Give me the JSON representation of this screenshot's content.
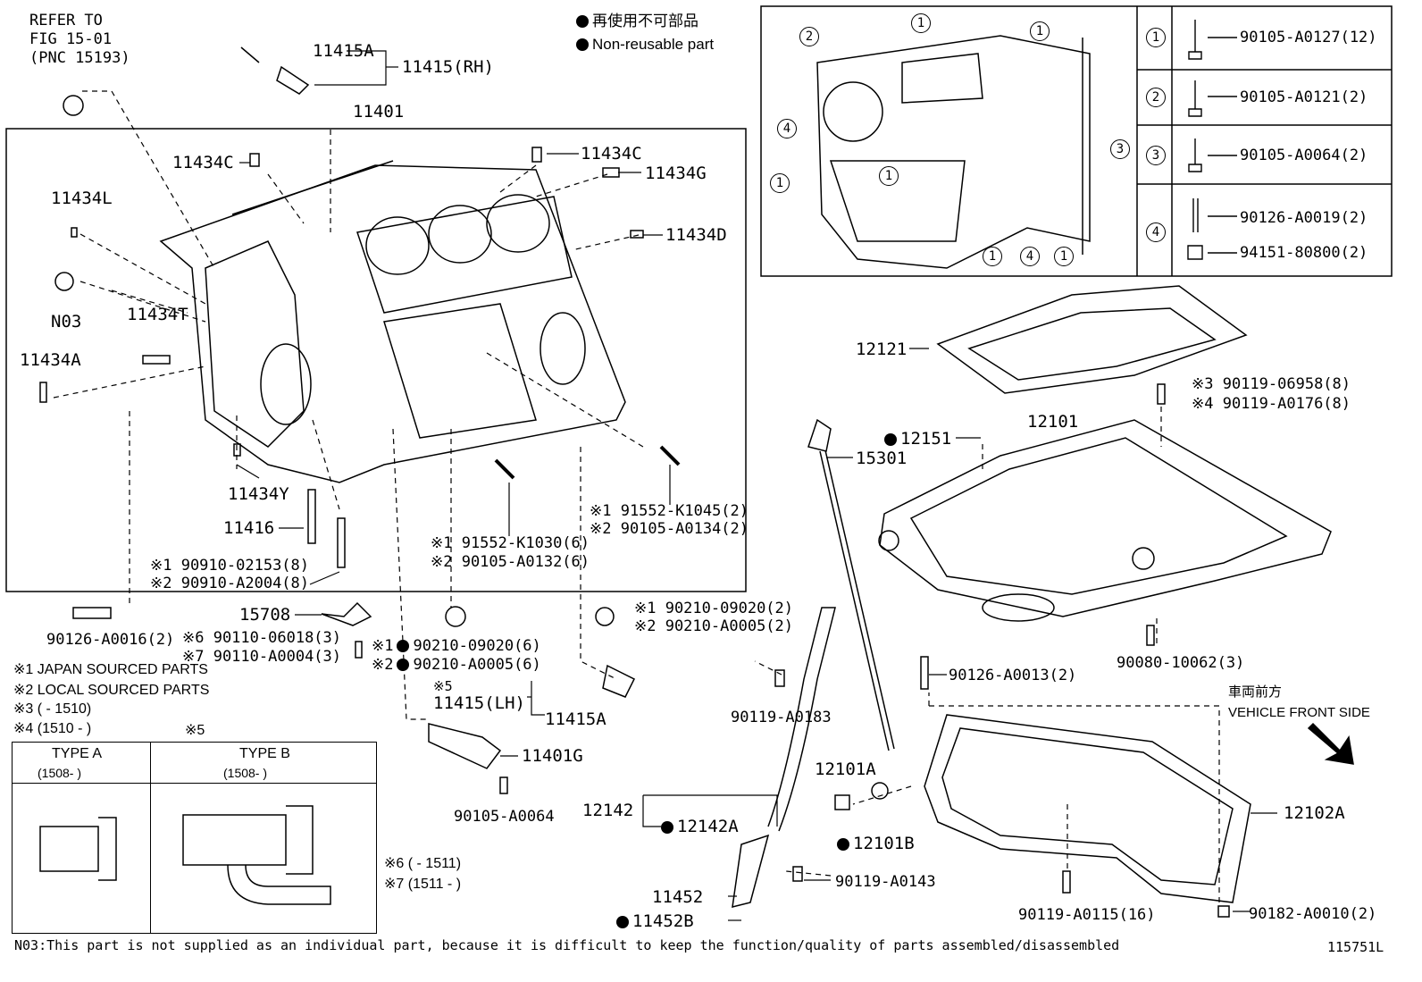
{
  "header": {
    "refer_line1": "REFER TO",
    "refer_line2": "FIG 15-01",
    "refer_line3": "(PNC 15193)",
    "legend_jp": "再使用不可部品",
    "legend_en": "Non-reusable part"
  },
  "labels": {
    "p11415A_top": "11415A",
    "p11415RH": "11415(RH)",
    "p11401": "11401",
    "p11434C_left": "11434C",
    "p11434C_right": "11434C",
    "p11434G": "11434G",
    "p11434L": "11434L",
    "p11434D": "11434D",
    "pN03": "N03",
    "p11434T": "11434T",
    "p11434A": "11434A",
    "p11434Y": "11434Y",
    "p11416": "11416",
    "b90910_1": "※1 90910-02153(8)",
    "b90910_2": "※2 90910-A2004(8)",
    "b91552_1030": "※1 91552-K1030(6)",
    "b90105_0132": "※2 90105-A0132(6)",
    "b91552_1045": "※1 91552-K1045(2)",
    "b90105_0134": "※2 90105-A0134(2)",
    "p15708": "15708",
    "p90126_0016": "90126-A0016(2)",
    "b90110_06018": "※6 90110-06018(3)",
    "b90110_0004": "※7 90110-A0004(3)",
    "w90210_06_pre": "※1",
    "w90210_06": "90210-09020(6)",
    "w90210_A06_pre": "※2",
    "w90210_A06": "90210-A0005(6)",
    "w90210_02": "※1 90210-09020(2)",
    "w90210_A02": "※2 90210-A0005(2)",
    "note1": "※1 JAPAN SOURCED PARTS",
    "note2": "※2 LOCAL SOURCED PARTS",
    "note3": "※3 (      - 1510)",
    "note4": "※4 (1510 -      )",
    "note5_mark": "※5",
    "note5_sel": "※5",
    "p11415LH": "11415(LH)",
    "p11415A_bot": "11415A",
    "p11401G": "11401G",
    "p90105_0064": "90105-A0064",
    "note6": "※6 (      - 1511)",
    "note7": "※7 (1511 -      )",
    "p12121": "12121",
    "b90119_06958": "※3 90119-06958(8)",
    "b90119_0176": "※4 90119-A0176(8)",
    "p12151": "12151",
    "p12101": "12101",
    "p15301": "15301",
    "p90080": "90080-10062(3)",
    "p90126_0013": "90126-A0013(2)",
    "p90119_0183": "90119-A0183",
    "vf_jp": "車両前方",
    "vf_en": "VEHICLE FRONT SIDE",
    "p12101A": "12101A",
    "p12142": "12142",
    "p12142A": "12142A",
    "p12101B": "12101B",
    "p12102A": "12102A",
    "p90119_0143": "90119-A0143",
    "p11452": "11452",
    "p11452B": "11452B",
    "p90119_0115": "90119-A0115(16)",
    "p90182": "90182-A0010(2)",
    "footer": "N03:This part is not supplied as an individual part, because it is difficult to keep the function/quality of parts assembled/disassembled",
    "diagram_id": "115751L"
  },
  "type_table": {
    "type_a": "TYPE A",
    "type_a_range": "(1508-      )",
    "type_b": "TYPE B",
    "type_b_range": "(1508-      )"
  },
  "bolt_table": [
    {
      "num": "1",
      "part": "90105-A0127(12)"
    },
    {
      "num": "2",
      "part": "90105-A0121(2)"
    },
    {
      "num": "3",
      "part": "90105-A0064(2)"
    },
    {
      "num": "4",
      "part": "90126-A0019(2)",
      "part2": "94151-80800(2)"
    }
  ],
  "inset_callouts": [
    "1",
    "2",
    "4",
    "1",
    "1",
    "3",
    "1",
    "1",
    "4",
    "1"
  ]
}
